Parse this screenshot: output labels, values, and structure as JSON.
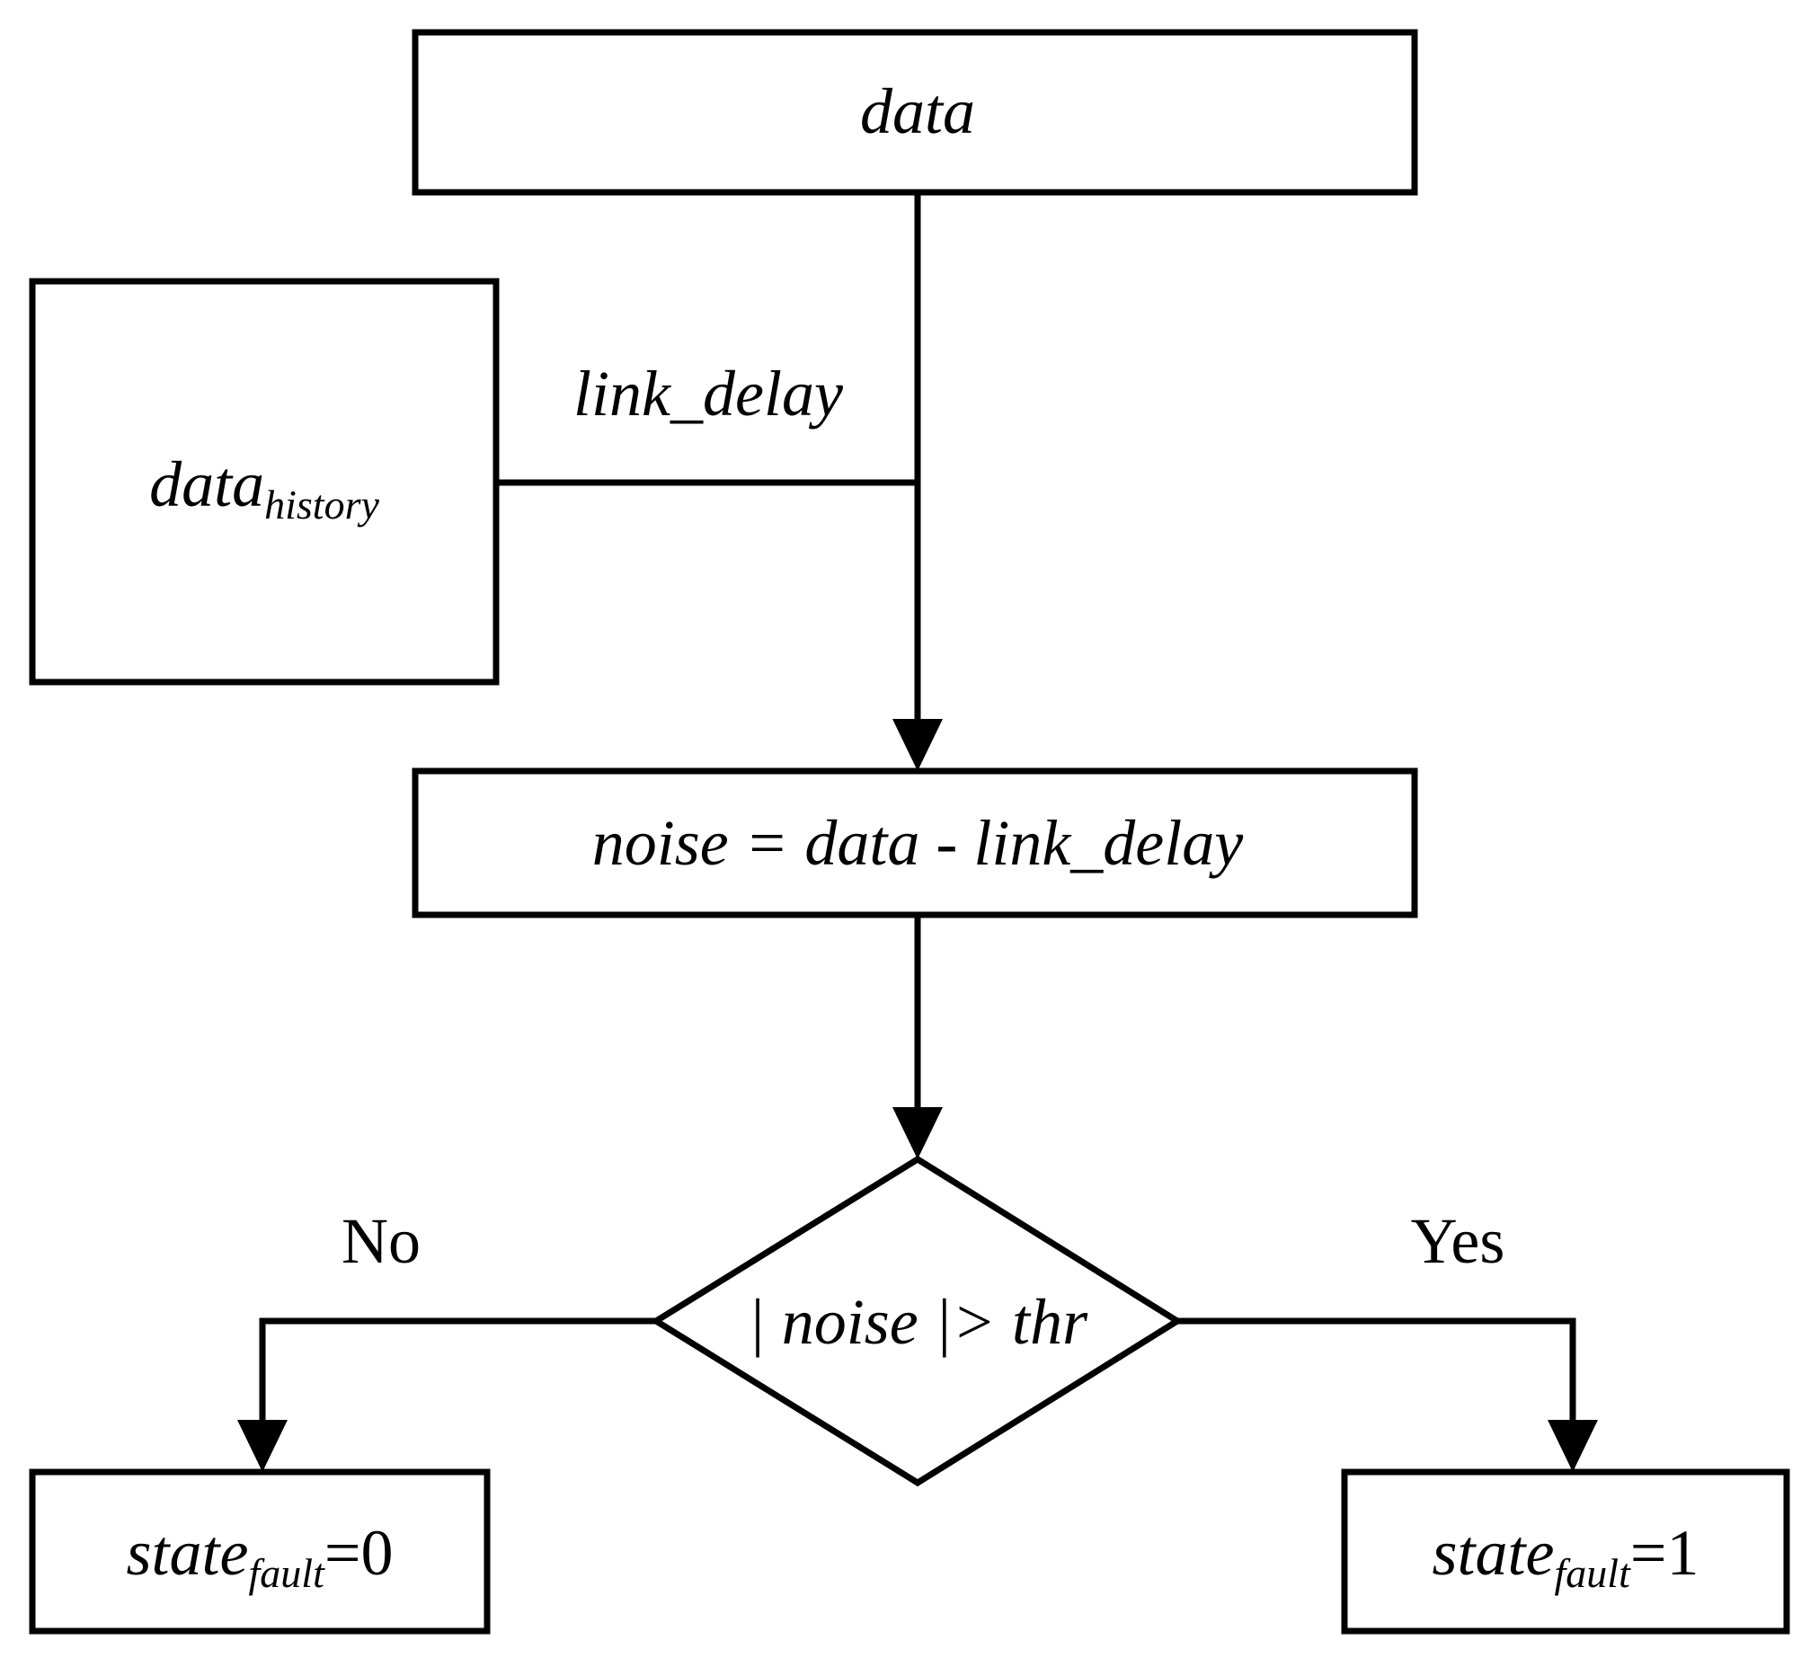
{
  "colors": {
    "stroke": "#000000",
    "background": "#ffffff",
    "text": "#000000"
  },
  "nodes": {
    "data": {
      "label": "data"
    },
    "data_history": {
      "base": "data",
      "subscript": "history"
    },
    "noise_calc": {
      "label": "noise = data - link_delay"
    },
    "decision": {
      "label": "| noise |> thr"
    },
    "state_no": {
      "base": "state",
      "subscript": "fault",
      "suffix": "=0"
    },
    "state_yes": {
      "base": "state",
      "subscript": "fault",
      "suffix": "=1"
    }
  },
  "edges": {
    "link_delay": {
      "label": "link_delay"
    },
    "no_branch": {
      "label": "No"
    },
    "yes_branch": {
      "label": "Yes"
    }
  }
}
